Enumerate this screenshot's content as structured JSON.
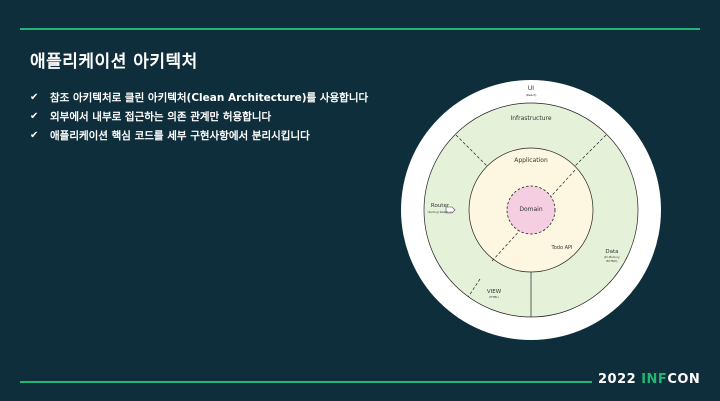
{
  "slide": {
    "title": "애플리케이션 아키텍처",
    "bullets": [
      "참조 아키텍처로 클린 아키텍처(Clean Architecture)를 사용합니다",
      "외부에서 내부로 접근하는 의존 관계만 허용합니다",
      "애플리케이션 핵심 코드를 세부 구현사항에서 분리시킵니다"
    ]
  },
  "diagram": {
    "ui": {
      "label": "UI",
      "sub": "(React)"
    },
    "infrastructure": {
      "label": "Infrastructure"
    },
    "application": {
      "label": "Application"
    },
    "domain": {
      "label": "Domain"
    },
    "todo_api": {
      "label": "Todo API"
    },
    "router": {
      "label": "Router",
      "sub": "(Sorting WebPlus)"
    },
    "view": {
      "label": "VIEW",
      "sub": "(HTML)"
    },
    "data": {
      "label": "Data",
      "sub1": "(Im-Memory,",
      "sub2": "BOTNIC)"
    },
    "colors": {
      "outer": "#ffffff",
      "infrastructure": "#e6f1d9",
      "application": "#fdf6e0",
      "domain": "#f5cfe1"
    }
  },
  "footer": {
    "year": "2022",
    "brand_accent": "INF",
    "brand_rest": "CON"
  }
}
